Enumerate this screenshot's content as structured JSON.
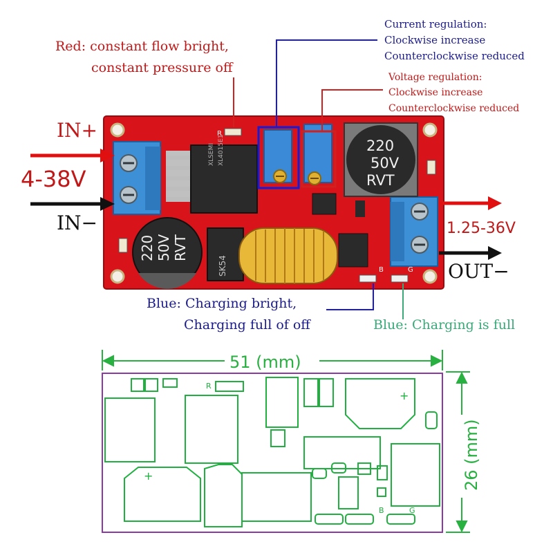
{
  "annotations": {
    "red_led": {
      "line1": "Red: constant flow bright,",
      "line2": "constant pressure off"
    },
    "current_reg": {
      "title": "Current regulation:",
      "line1": "Clockwise increase",
      "line2": "Counterclockwise reduced"
    },
    "voltage_reg": {
      "title": "Voltage regulation:",
      "line1": "Clockwise increase",
      "line2": "Counterclockwise reduced"
    },
    "in_plus": "IN+",
    "in_range": "4-38V",
    "in_minus": "IN−",
    "out_range": "1.25-36V",
    "out_minus": "OUT−",
    "blue_charging": {
      "line1": "Blue: Charging bright,",
      "line2": "Charging full of off"
    },
    "blue_full": "Blue: Charging is full"
  },
  "board": {
    "cap_left": {
      "l1": "220",
      "l2": "50V",
      "l3": "RVT"
    },
    "cap_right": {
      "l1": "220",
      "l2": "50V",
      "l3": "RVT"
    },
    "chip_text": {
      "l1": "XL4015E1",
      "l2": "XLSEMI"
    },
    "diode_text": "SK54",
    "silk_r": "R",
    "silk_b": "B",
    "silk_g": "G"
  },
  "dimensions": {
    "width": "51 (mm)",
    "height": "26 (mm)"
  },
  "footprint": {
    "r": "R",
    "b": "B",
    "g": "G",
    "plus_top": "+",
    "plus_bottom": "+"
  },
  "colors": {
    "board": "#d8141a",
    "terminal": "#3d8fd6",
    "arrow_red": "#e01010",
    "arrow_black": "#111111",
    "callout_blue": "#1a1ad0",
    "callout_red": "#d02020",
    "dim_green": "#28b040",
    "outline_purple": "#8a3aa0",
    "footprint_green": "#1fb040"
  }
}
